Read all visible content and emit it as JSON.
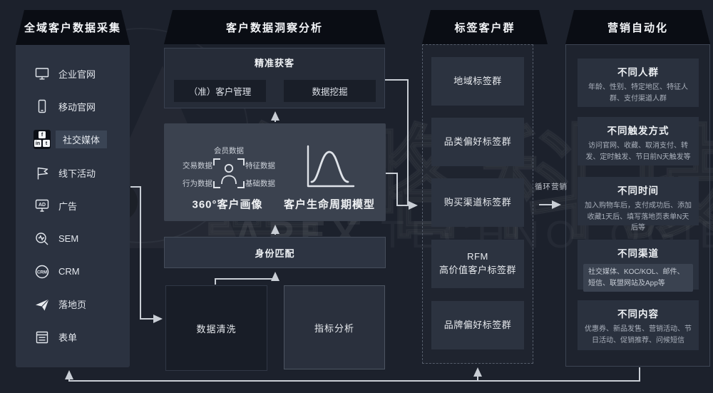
{
  "watermark": {
    "cjk": "企略科技",
    "latin_primary": "APEX",
    "latin_secondary": " TECHNOLOGIES"
  },
  "collection": {
    "title": "全域客户数据采集",
    "items": [
      {
        "label": "企业官网"
      },
      {
        "label": "移动官网"
      },
      {
        "label": "社交媒体"
      },
      {
        "label": "线下活动"
      },
      {
        "label": "广告"
      },
      {
        "label": "SEM"
      },
      {
        "label": "CRM"
      },
      {
        "label": "落地页"
      },
      {
        "label": "表单"
      }
    ],
    "social_icons": {
      "facebook": "f",
      "linkedin": "in",
      "twitter": "t"
    },
    "ad_icon_text": "AD",
    "crm_icon_text": "CRM"
  },
  "insight": {
    "title": "客户数据洞察分析",
    "acquisition": {
      "title": "精准获客",
      "left_box": "（准）客户管理",
      "right_box": "数据挖掘"
    },
    "profile": {
      "label_top": "会员数据",
      "label_left_1": "交易数据",
      "label_left_2": "行为数据",
      "label_right_1": "特征数据",
      "label_right_2": "基础数据",
      "caption": "360°客户画像"
    },
    "lifecycle": {
      "caption": "客户生命周期模型"
    },
    "identity_match": "身份匹配",
    "data_cleaning": "数据清洗",
    "metric_analysis": "指标分析"
  },
  "tags": {
    "title": "标签客户群",
    "groups": [
      {
        "label": "地域标签群"
      },
      {
        "label": "品类偏好标签群"
      },
      {
        "label": "购买渠道标签群"
      },
      {
        "label": "RFM\n高价值客户标签群"
      },
      {
        "label": "品牌偏好标签群"
      }
    ]
  },
  "automation": {
    "title": "营销自动化",
    "cards": [
      {
        "title": "不同人群",
        "desc": "年龄、性别、特定地区、特征人群、支付渠道人群"
      },
      {
        "title": "不同触发方式",
        "desc": "访问官网、收藏、取消支付、转发、定时触发、节日前N天触发等"
      },
      {
        "title": "不同时间",
        "desc": "加入购物车后，支付成功后、添加收藏1天后、填写落地页表单N天后等"
      },
      {
        "title": "不同渠道",
        "desc": "社交媒体、KOC/KOL、邮件、短信、联盟网站及App等"
      },
      {
        "title": "不同内容",
        "desc": "优惠券、新品发售、营销活动、节日活动、促销推荐、问候短信"
      }
    ]
  },
  "cycle_label": "循环营销",
  "colors": {
    "background": "#1c212c",
    "header": "#0a0d14",
    "panel": "#2b3240",
    "arrow": "#c9ced5",
    "highlight": "#3a4454"
  }
}
